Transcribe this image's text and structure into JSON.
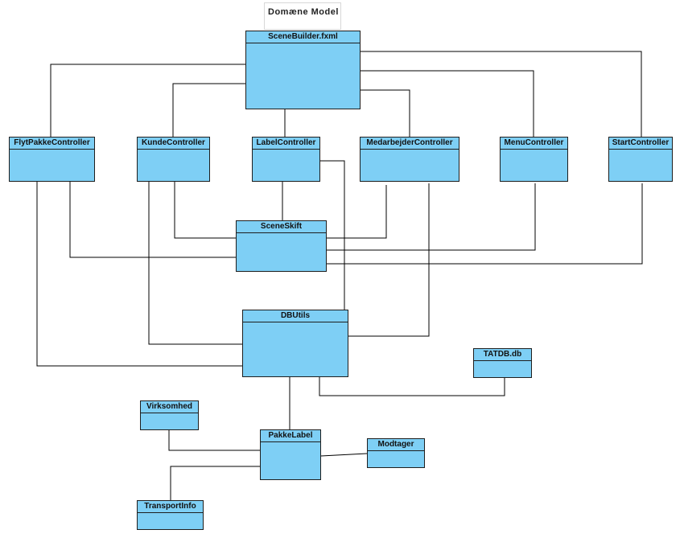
{
  "diagram": {
    "title": "Domæne Model",
    "classes": {
      "scenebuilder": "SceneBuilder.fxml",
      "flytpakke": "FlytPakkeController",
      "kunde": "KundeController",
      "label": "LabelController",
      "medarbejder": "MedarbejderController",
      "menu": "MenuController",
      "start": "StartController",
      "sceneskift": "SceneSkift",
      "dbutils": "DBUtils",
      "tatdb": "TATDB.db",
      "virksomhed": "Virksomhed",
      "pakkelabel": "PakkeLabel",
      "modtager": "Modtager",
      "transportinfo": "TransportInfo"
    },
    "colors": {
      "class_fill": "#7ecff5",
      "class_border": "#1e1e1e",
      "line": "#000000"
    }
  }
}
